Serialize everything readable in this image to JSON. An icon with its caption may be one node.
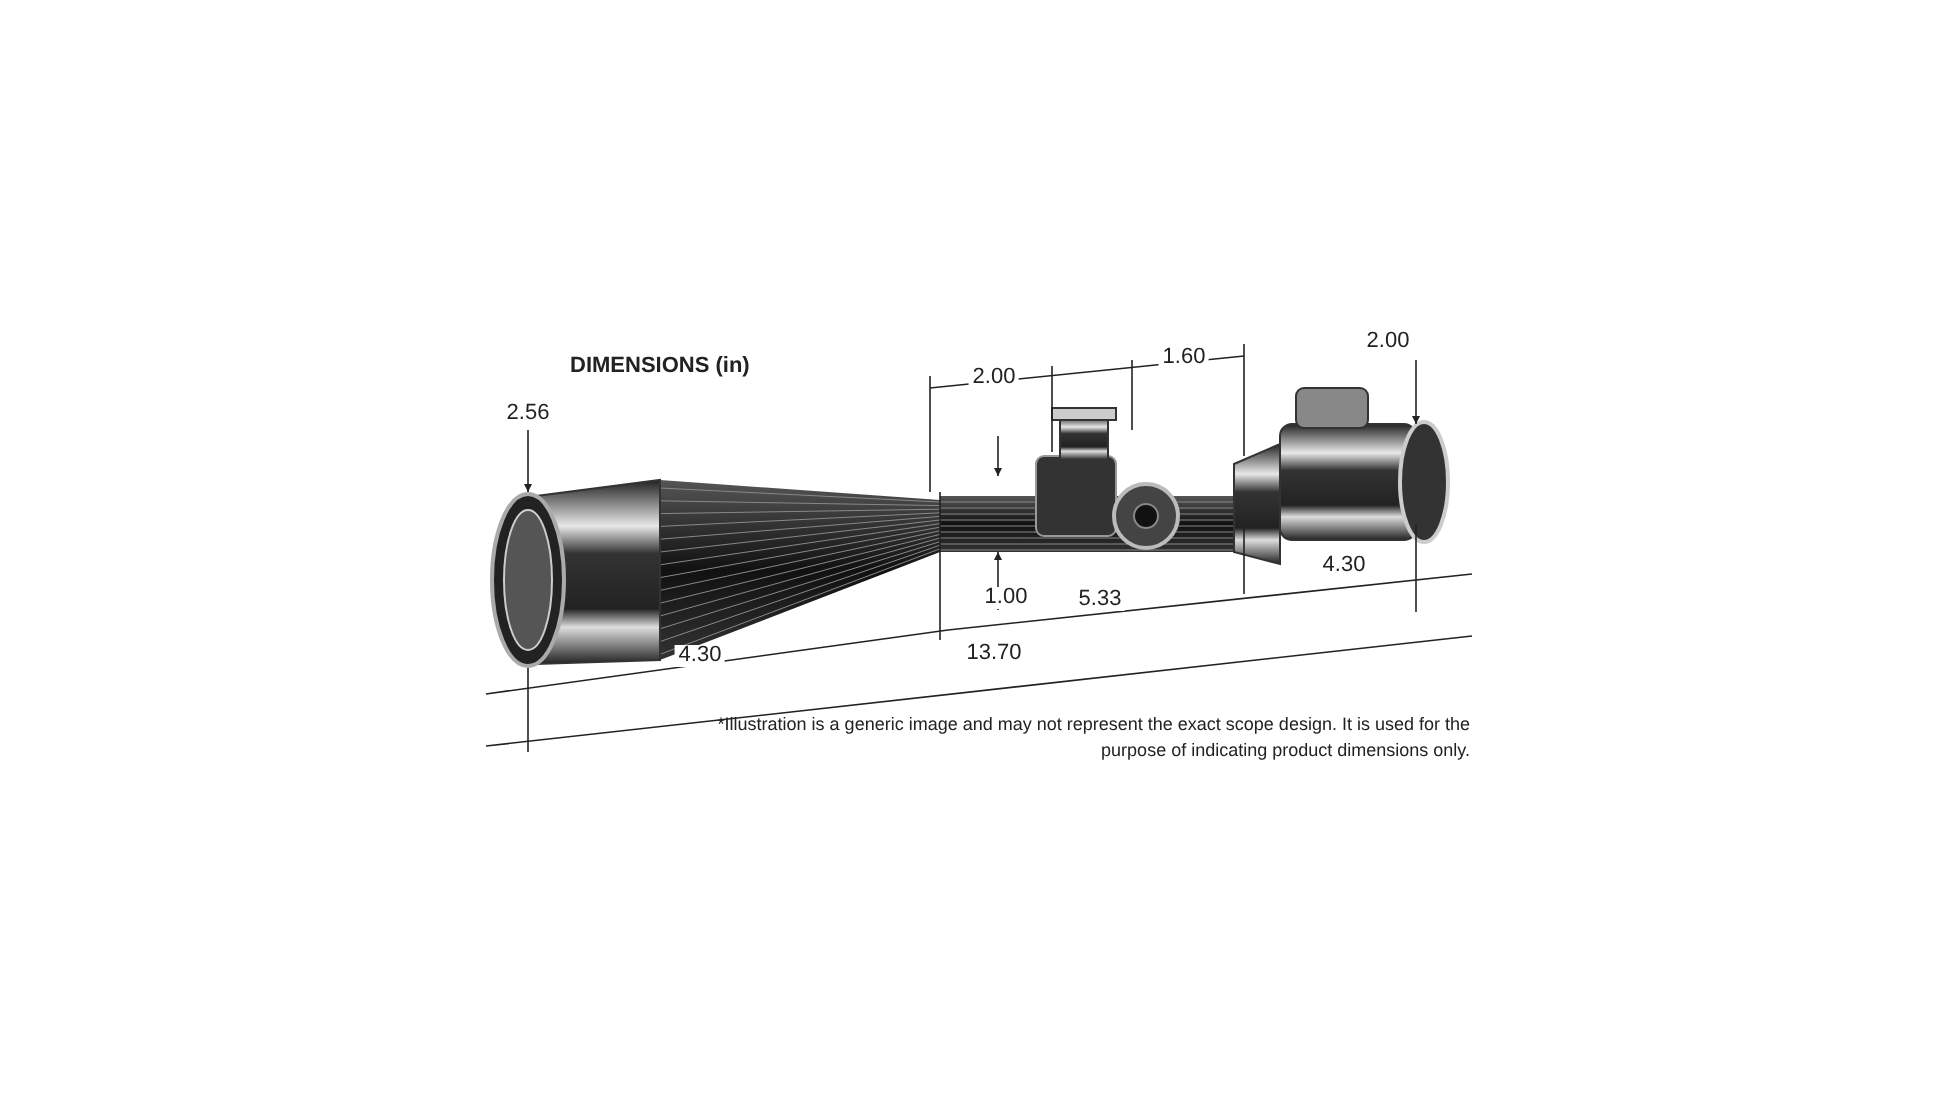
{
  "diagram": {
    "title": "DIMENSIONS (in)",
    "labels": [
      "2.00",
      "1.60",
      "2.00",
      "2.56",
      "4.30",
      "1.00",
      "5.33",
      "4.30",
      "13.70"
    ],
    "caption": "*Illustration is a generic image and may not represent the exact scope design. It is used for the purpose of indicating product dimensions only."
  }
}
